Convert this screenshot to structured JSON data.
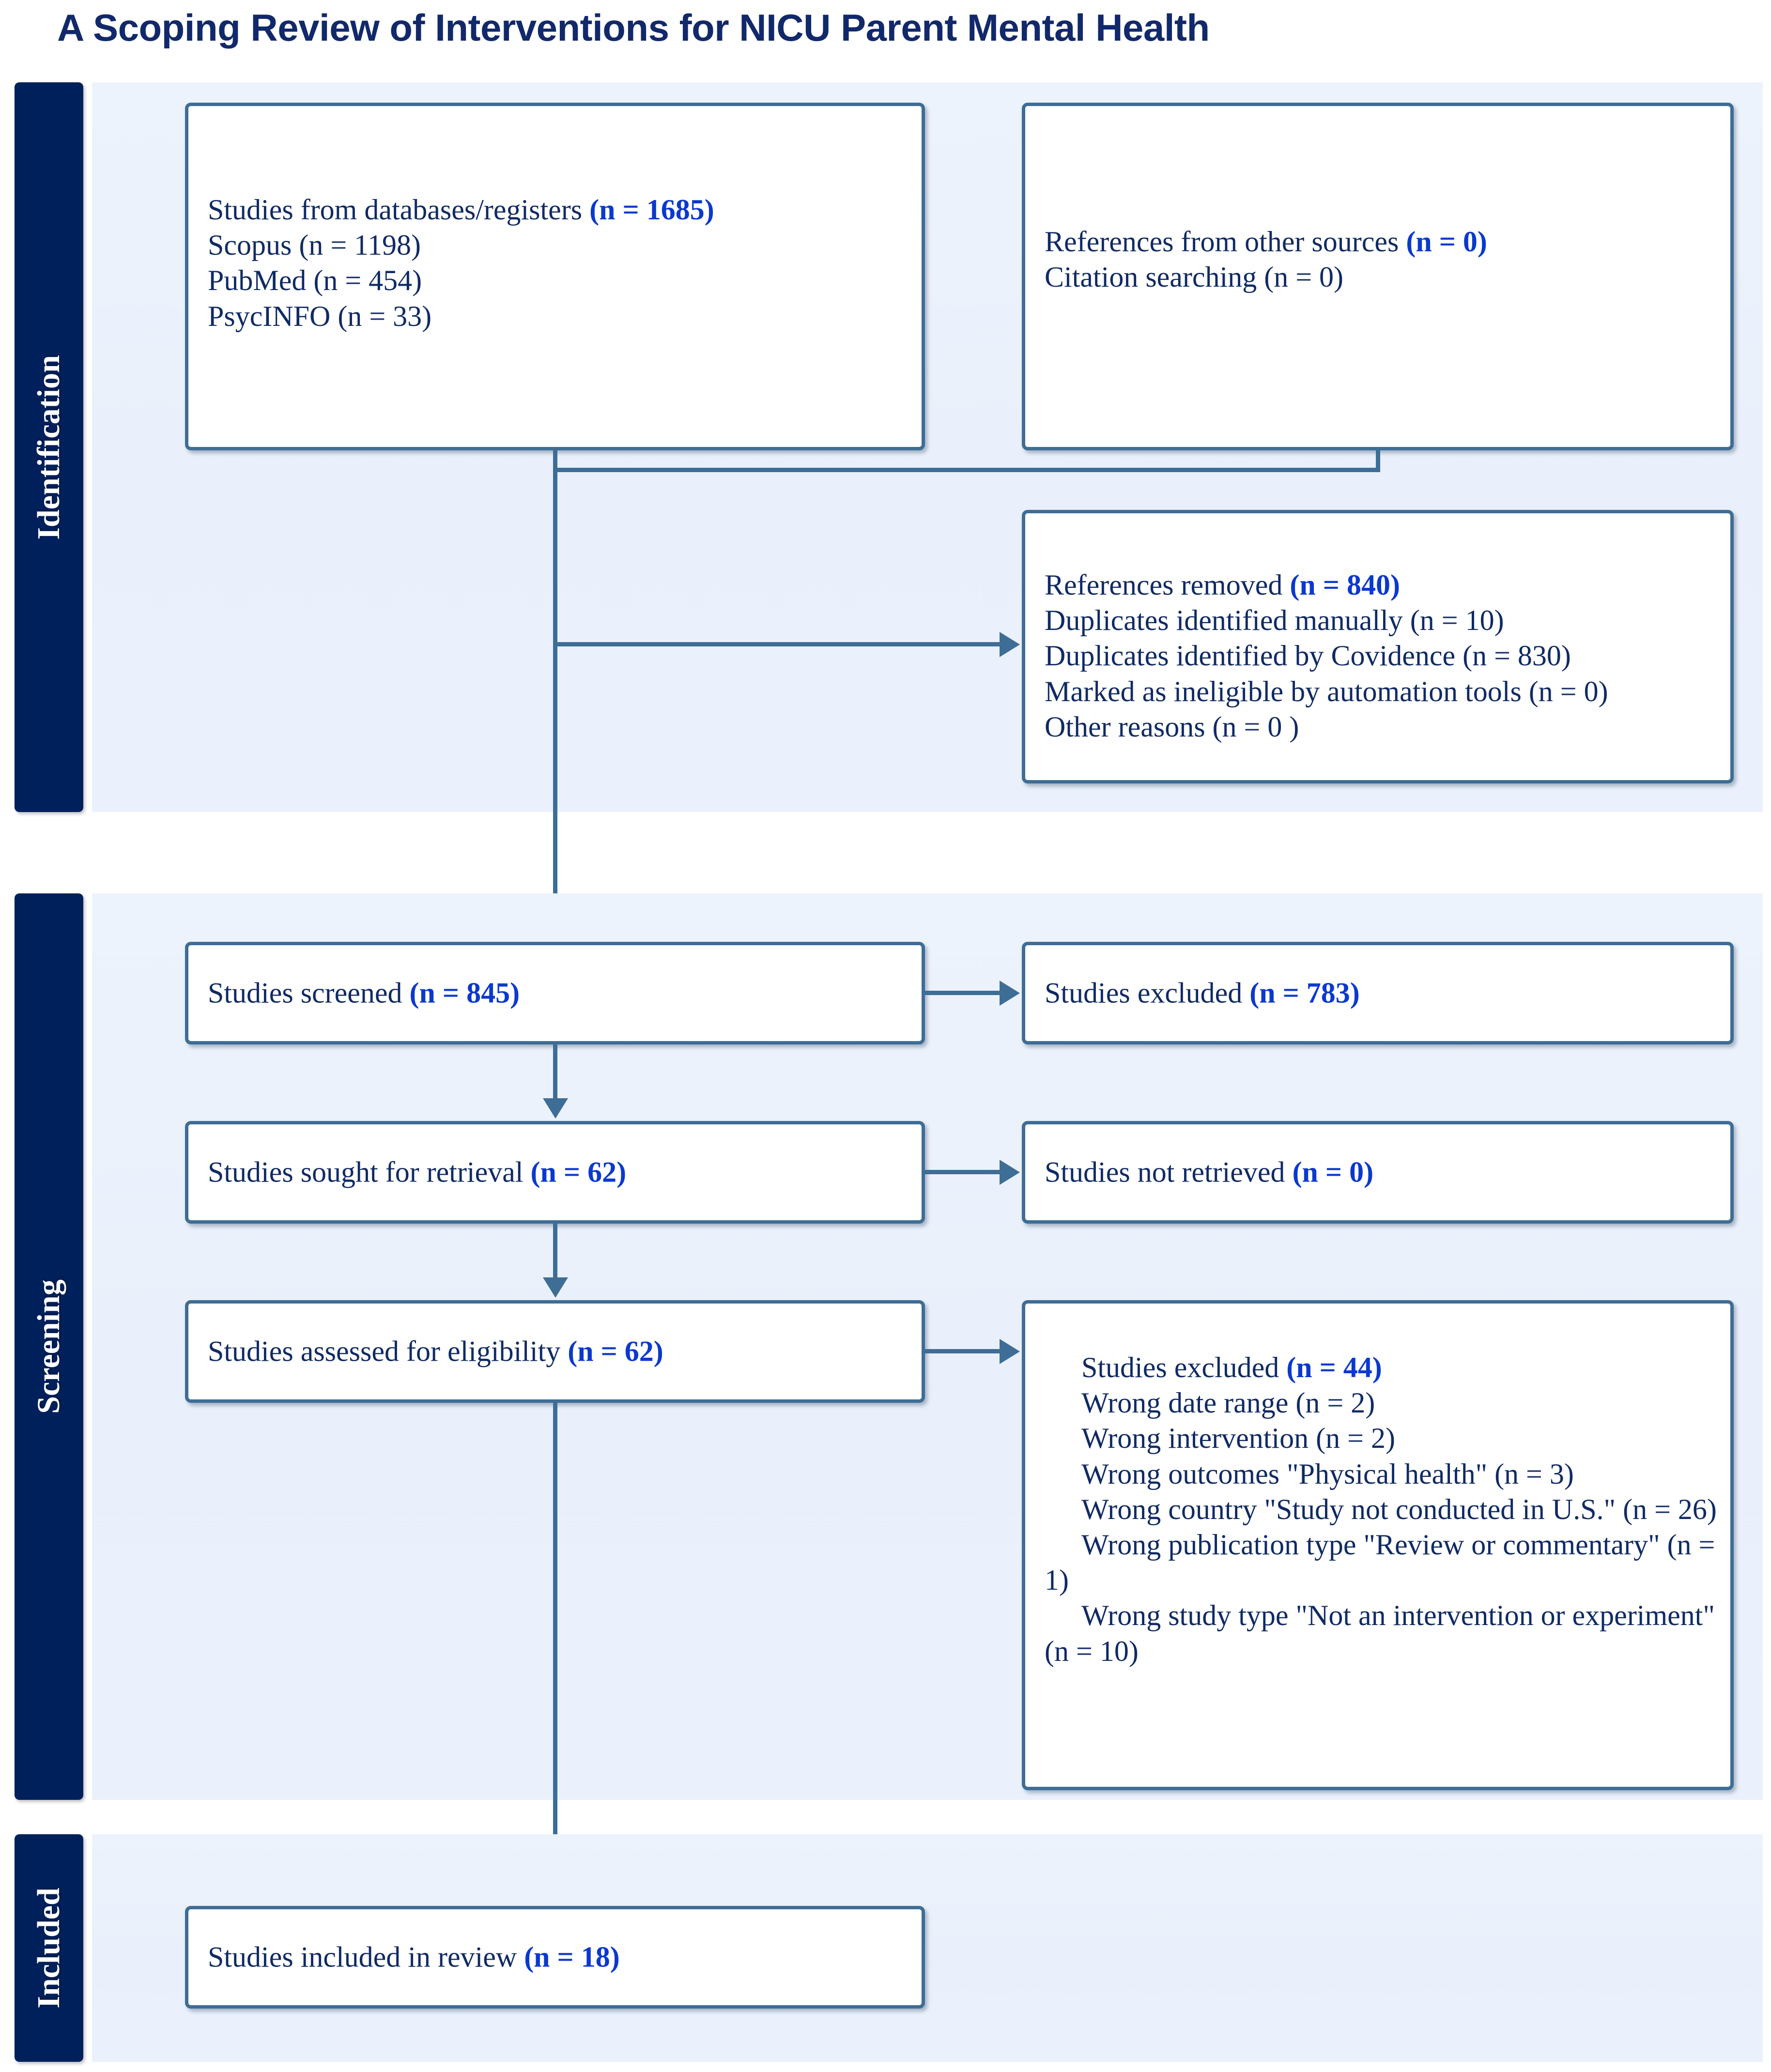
{
  "title": "A Scoping Review of Interventions for NICU Parent Mental Health",
  "colors": {
    "title": "#11296b",
    "panel_bg": "#edf3fc",
    "sidebar_bg": "#00205c",
    "box_border": "#3e6d96",
    "body_text": "#102a64",
    "count_text": "#0b39ce"
  },
  "sections": [
    {
      "id": "identification",
      "label": "Identification"
    },
    {
      "id": "screening",
      "label": "Screening"
    },
    {
      "id": "included",
      "label": "Included"
    }
  ],
  "boxes": {
    "databases": {
      "lines": [
        {
          "text": "Studies from databases/registers ",
          "count": "(n = 1685)"
        },
        {
          "text": "Scopus (n = 1198)",
          "count": ""
        },
        {
          "text": "PubMed (n = 454)",
          "count": ""
        },
        {
          "text": "PsycINFO (n = 33)",
          "count": ""
        }
      ]
    },
    "other_sources": {
      "lines": [
        {
          "text": "References from other sources ",
          "count": "(n = 0)"
        },
        {
          "text": "Citation searching (n = 0)",
          "count": ""
        }
      ]
    },
    "references_removed": {
      "lines": [
        {
          "text": "References removed ",
          "count": "(n = 840)"
        },
        {
          "text": "Duplicates identified manually (n = 10)",
          "count": ""
        },
        {
          "text": "Duplicates identified by Covidence (n = 830)",
          "count": ""
        },
        {
          "text": "Marked as ineligible by automation tools (n = 0)",
          "count": ""
        },
        {
          "text": "Other reasons (n = 0 )",
          "count": ""
        }
      ]
    },
    "studies_screened": {
      "lines": [
        {
          "text": "Studies screened ",
          "count": "(n = 845)"
        }
      ]
    },
    "studies_excluded": {
      "lines": [
        {
          "text": "Studies excluded ",
          "count": "(n = 783)"
        }
      ]
    },
    "sought_retrieval": {
      "lines": [
        {
          "text": "Studies sought for retrieval ",
          "count": "(n = 62)"
        }
      ]
    },
    "not_retrieved": {
      "lines": [
        {
          "text": "Studies not retrieved ",
          "count": "(n = 0)"
        }
      ]
    },
    "assessed_eligibility": {
      "lines": [
        {
          "text": "Studies assessed for eligibility ",
          "count": "(n = 62)"
        }
      ]
    },
    "excluded_reasons": {
      "lines": [
        {
          "text": "Studies excluded ",
          "count": "(n = 44)"
        },
        {
          "text": "Wrong date range (n = 2)",
          "count": ""
        },
        {
          "text": "Wrong intervention (n = 2)",
          "count": ""
        },
        {
          "text": "Wrong outcomes \"Physical health\" (n = 3)",
          "count": ""
        },
        {
          "text": "Wrong country \"Study not conducted in U.S.\" (n = 26)",
          "count": ""
        },
        {
          "text": "Wrong publication type \"Review or commentary\" (n = 1)",
          "count": ""
        },
        {
          "text": "Wrong study type \"Not an intervention or experiment\" (n = 10)",
          "count": ""
        }
      ]
    },
    "included_review": {
      "lines": [
        {
          "text": "Studies included in review ",
          "count": "(n = 18)"
        }
      ]
    }
  }
}
